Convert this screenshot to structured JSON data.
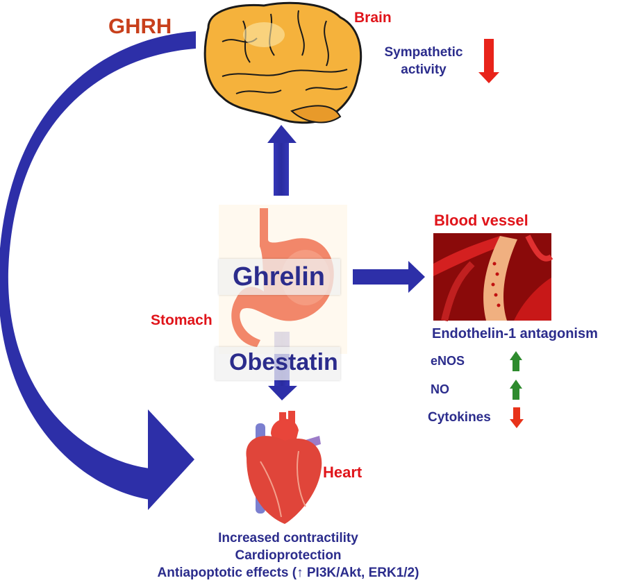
{
  "hormones": {
    "ghrh": "GHRH",
    "ghrelin": "Ghrelin",
    "obestatin": "Obestatin"
  },
  "organs": {
    "brain": "Brain",
    "stomach": "Stomach",
    "blood_vessel": "Blood vessel",
    "heart": "Heart"
  },
  "brain_effects": [
    {
      "text": "Sympathetic activity",
      "line1": "Sympathetic",
      "line2": "activity",
      "direction": "down",
      "arrow_color": "#e8231a"
    }
  ],
  "vessel_effects": {
    "title": "Endothelin-1 antagonism",
    "items": [
      {
        "label": "eNOS",
        "direction": "up",
        "arrow_color": "#2e8b2e"
      },
      {
        "label": "NO",
        "direction": "up",
        "arrow_color": "#2e8b2e"
      },
      {
        "label": "Cytokines",
        "direction": "down",
        "arrow_color": "#e8331a"
      }
    ]
  },
  "heart_effects": [
    "Increased contractility",
    "Cardioprotection",
    "Antiapoptotic effects (↑ PI3K/Akt, ERK1/2)"
  ],
  "colors": {
    "arrow_blue": "#2d2fa8",
    "label_red": "#e0141a",
    "label_blue": "#2b2c8c",
    "ghrh_rust": "#c8401c"
  }
}
